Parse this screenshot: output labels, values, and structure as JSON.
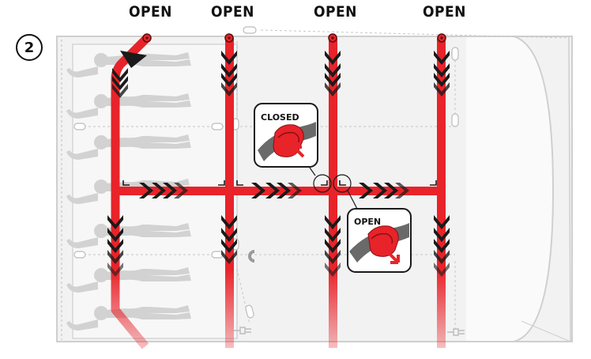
{
  "step_number": "2",
  "open_labels": [
    "OPEN",
    "OPEN",
    "OPEN",
    "OPEN"
  ],
  "callout_closed": "CLOSED",
  "callout_open": "OPEN",
  "colors": {
    "flow": "#e8232a",
    "arrow": "#1a1a1a",
    "silhouette": "#d0d0d0",
    "panel": "#f3f3f3",
    "outline": "#bdbdbd"
  },
  "icons": [
    "step-number-badge",
    "valve-closed-icon",
    "valve-open-icon",
    "magnet-icon",
    "plug-icon",
    "inflation-point-icon"
  ]
}
